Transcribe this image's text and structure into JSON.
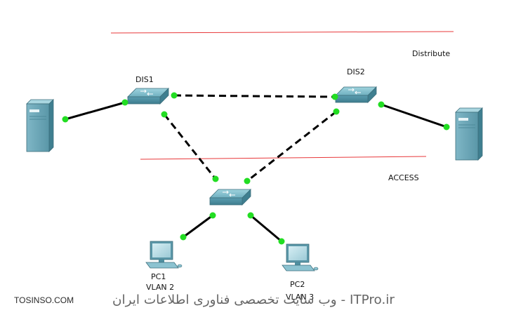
{
  "labels": {
    "distribute": "Distribute",
    "access": "ACCESS",
    "dis1": "DIS1",
    "dis2": "DIS2",
    "pc1_name": "PC1",
    "pc1_vlan": "VLAN 2",
    "pc2_name": "PC2",
    "pc2_vlan": "VLAN 3"
  },
  "watermark": {
    "left": "TOSINSO.COM",
    "main": "وب سایت تخصصی فناوری اطلاعات ایران - ITPro.ir"
  },
  "colors": {
    "layer_line": "#e8383a",
    "link_dot": "#22dd22",
    "switch_body": "#4f8fa0"
  }
}
